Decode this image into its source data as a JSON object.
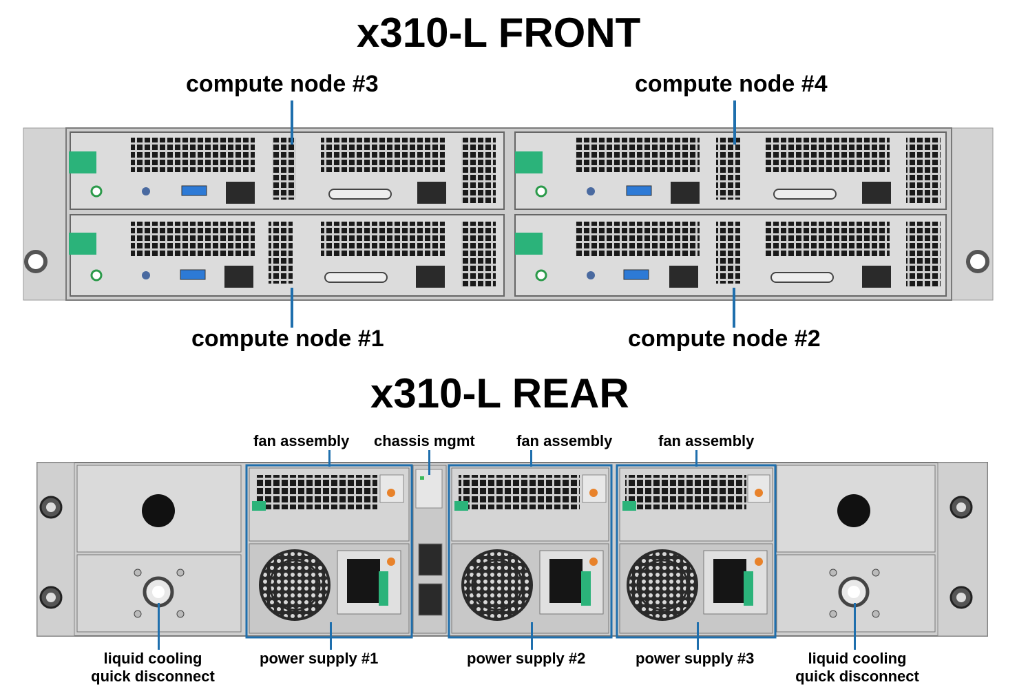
{
  "front": {
    "title": "x310-L FRONT",
    "node_labels": {
      "node3": "compute node #3",
      "node4": "compute node #4",
      "node1": "compute node #1",
      "node2": "compute node #2"
    }
  },
  "rear": {
    "title": "x310-L REAR",
    "top_labels": {
      "fan1": "fan assembly",
      "mgmt": "chassis mgmt",
      "fan2": "fan assembly",
      "fan3": "fan assembly"
    },
    "bottom_labels": {
      "cooling_left_l1": "liquid cooling",
      "cooling_left_l2": "quick disconnect",
      "psu1": "power supply #1",
      "psu2": "power supply #2",
      "psu3": "power supply #3",
      "cooling_right_l1": "liquid cooling",
      "cooling_right_l2": "quick disconnect"
    }
  },
  "colors": {
    "leader": "#1f6fad",
    "chassis": "#d9d9d9",
    "green_latch": "#2bb37a",
    "usb_blue": "#2d7ad6",
    "orange_led": "#e8822a"
  }
}
